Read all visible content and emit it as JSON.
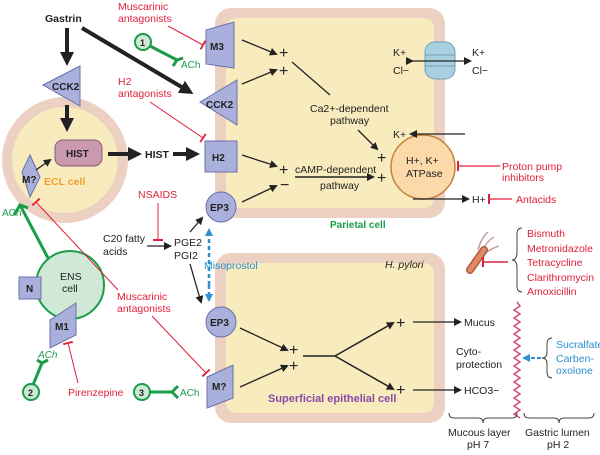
{
  "gastrin": "Gastrin",
  "muscarinic_top": [
    "Muscarinic",
    "antagonists"
  ],
  "h2_antagonists": [
    "H2",
    "antagonists"
  ],
  "muscarinic_mid": [
    "Muscarinic",
    "antagonists"
  ],
  "nsaids": "NSAIDS",
  "fatty_acids": [
    "C20 fatty",
    "acids"
  ],
  "pge2": "PGE2",
  "pgi2": "PGI2",
  "misoprostol": "Misoprostol",
  "pirenzepine": "Pirenzepine",
  "ach": "ACh",
  "neurons": [
    "1",
    "2",
    "3"
  ],
  "ecl": {
    "label": "ECL cell",
    "cck2": "CCK2",
    "hist": "HIST",
    "m": "M?"
  },
  "hist_free": "HIST",
  "ens": {
    "label": [
      "ENS",
      "cell"
    ],
    "n": "N",
    "m1": "M1"
  },
  "parietal": {
    "label": "Parietal cell",
    "m3": "M3",
    "cck2": "CCK2",
    "h2": "H2",
    "ep3": "EP3",
    "ca_pathway": [
      "Ca2+-dependent",
      "pathway"
    ],
    "camp_pathway": [
      "cAMP-dependent",
      "pathway"
    ],
    "atpase": [
      "H+, K+",
      "ATPase"
    ],
    "k": "K+",
    "cl": "Cl−",
    "h": "H+"
  },
  "proton_pump_inhibitors": [
    "Proton pump",
    "inhibitors"
  ],
  "antacids": "Antacids",
  "h_pylori": "H. pylori",
  "antibiotics": [
    "Bismuth",
    "Metronidazole",
    "Tetracycline",
    "Clarithromycin",
    "Amoxicillin"
  ],
  "epithelial": {
    "label": "Superficial epithelial cell",
    "ep3": "EP3",
    "m": "M?"
  },
  "mucus": "Mucus",
  "cytoprotection": [
    "Cyto-",
    "protection"
  ],
  "hco3": "HCO3−",
  "protectants": [
    "Sucralfate",
    "Carben-",
    "oxolone"
  ],
  "mucous_layer": [
    "Mucous layer",
    "pH 7"
  ],
  "gastric_lumen": [
    "Gastric lumen",
    "pH 2"
  ],
  "colors": {
    "red": "#e0203a",
    "blue": "#2b8fd0",
    "green": "#1a9c4a",
    "cell_fill": "#f8ebbd",
    "membrane": "#ecd0c2",
    "receptor": "#aab0dc"
  }
}
